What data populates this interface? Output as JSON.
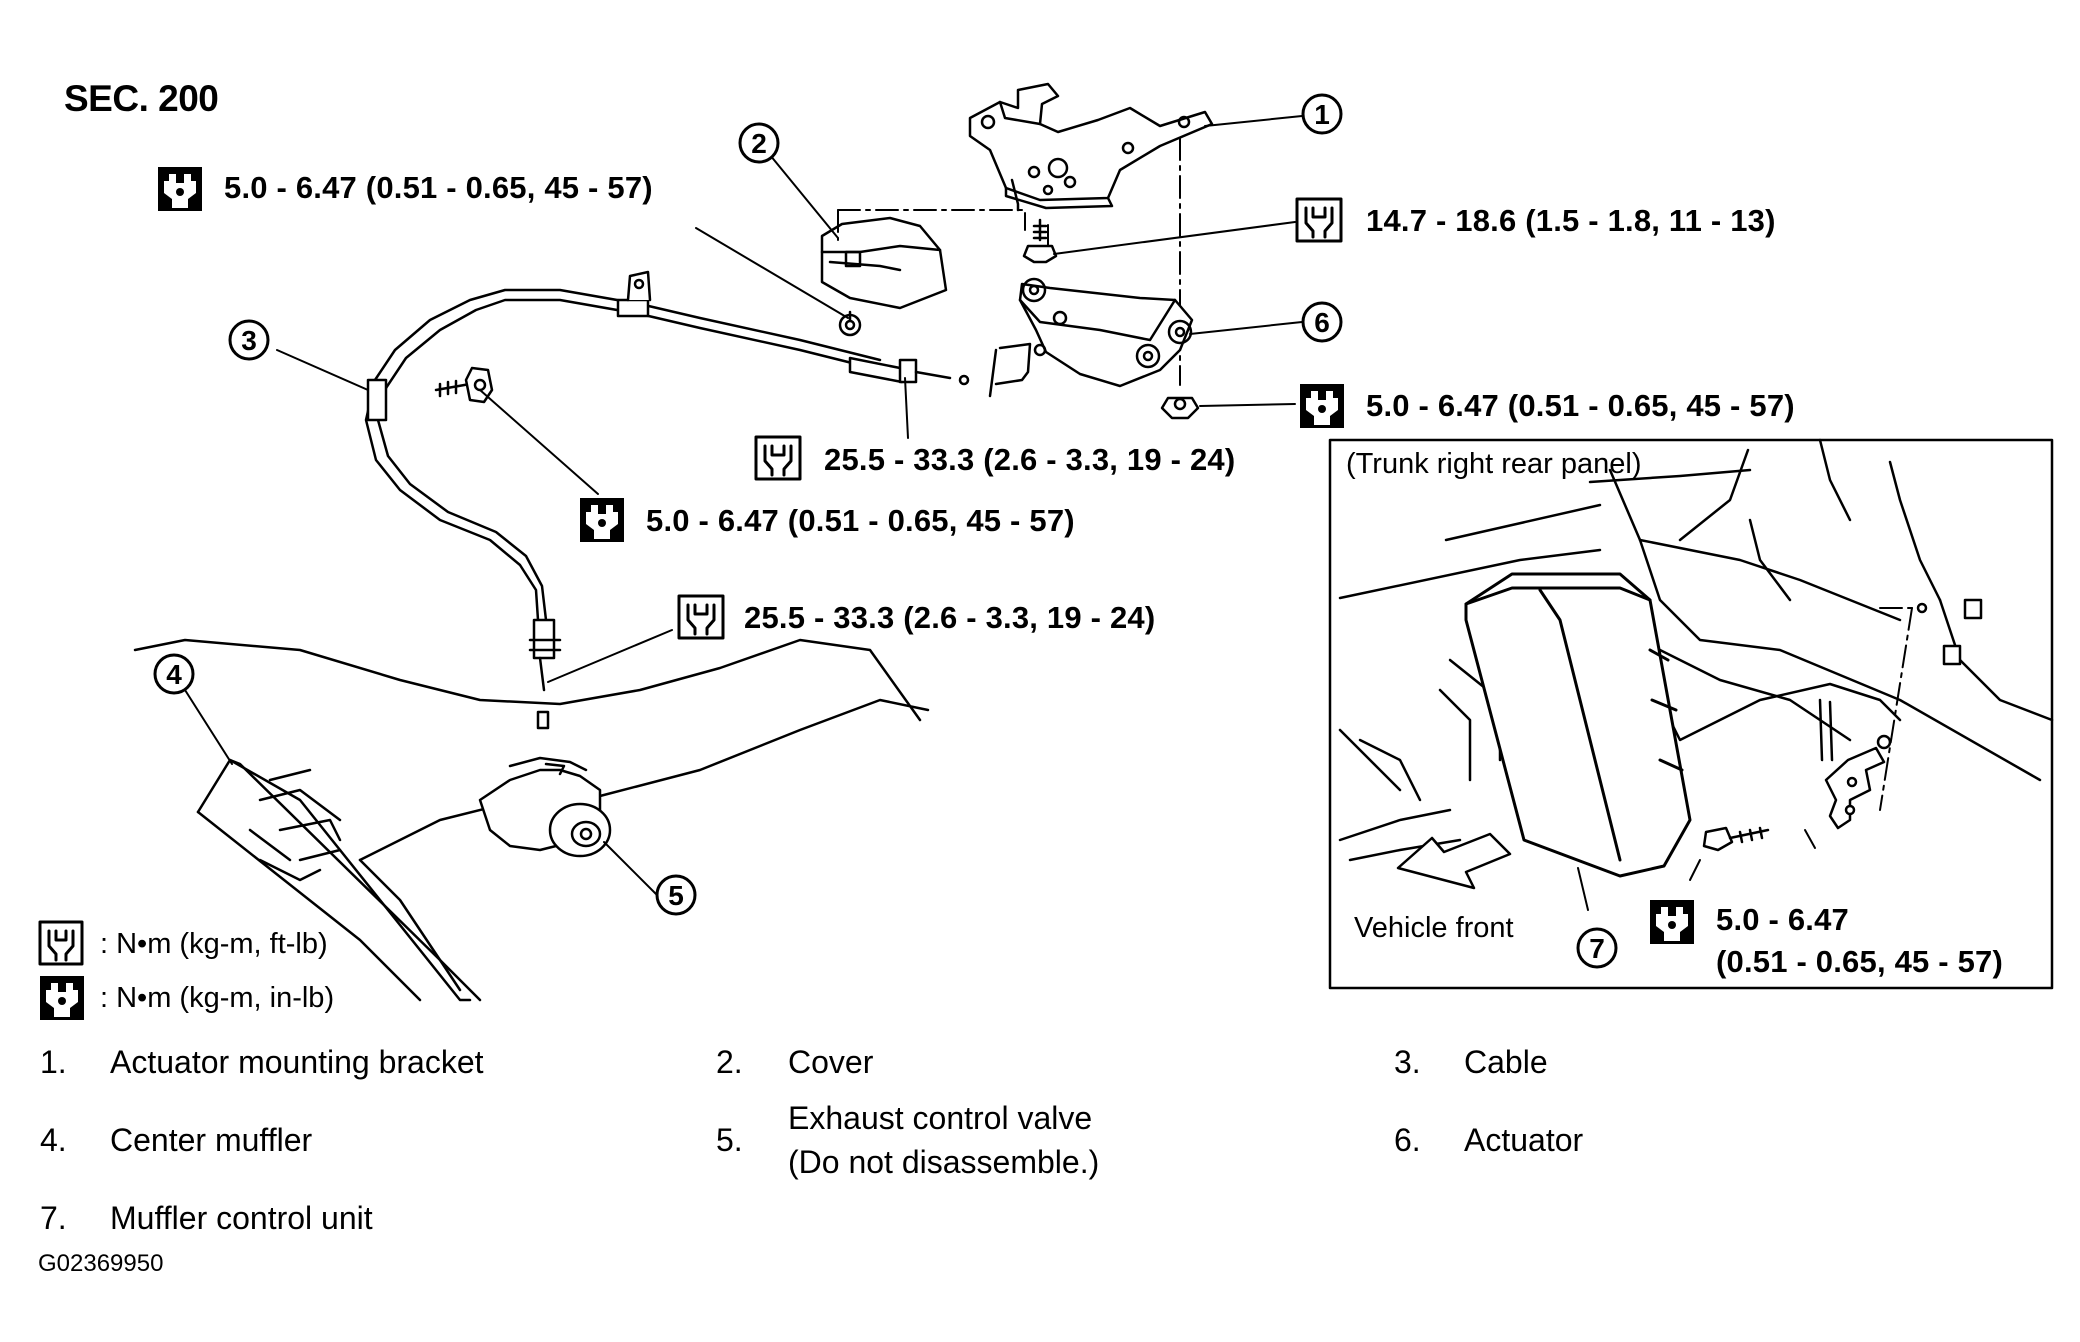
{
  "section_label": "SEC. 200",
  "callout_numbers": [
    "1",
    "2",
    "3",
    "4",
    "5",
    "6",
    "7"
  ],
  "torque_specs": [
    "5.0 - 6.47 (0.51 - 0.65, 45 - 57)",
    "14.7 - 18.6 (1.5 - 1.8, 11 - 13)",
    "5.0 - 6.47 (0.51 - 0.65, 45 - 57)",
    "25.5 - 33.3 (2.6 - 3.3, 19 - 24)",
    "5.0 - 6.47 (0.51 - 0.65, 45 - 57)",
    "25.5 - 33.3 (2.6 - 3.3, 19 - 24)"
  ],
  "inset": {
    "title": "(Trunk right rear panel)",
    "vehicle_front": "Vehicle front",
    "torque_line1": "5.0 - 6.47",
    "torque_line2": "(0.51 - 0.65, 45 - 57)"
  },
  "units_legend": [
    {
      "icon": "open-wrench-torque-icon",
      "text": ":  N•m  (kg-m,  ft-lb)"
    },
    {
      "icon": "filled-wrench-torque-icon",
      "text": ":  N•m  (kg-m,  in-lb)"
    }
  ],
  "parts_list": [
    {
      "num": "1.",
      "name": "Actuator mounting bracket"
    },
    {
      "num": "2.",
      "name": "Cover"
    },
    {
      "num": "3.",
      "name": "Cable"
    },
    {
      "num": "4.",
      "name": "Center muffler"
    },
    {
      "num": "5.",
      "name": "Exhaust control valve",
      "note": "(Do not disassemble.)"
    },
    {
      "num": "6.",
      "name": "Actuator"
    },
    {
      "num": "7.",
      "name": "Muffler control unit"
    }
  ],
  "figure_id": "G02369950"
}
